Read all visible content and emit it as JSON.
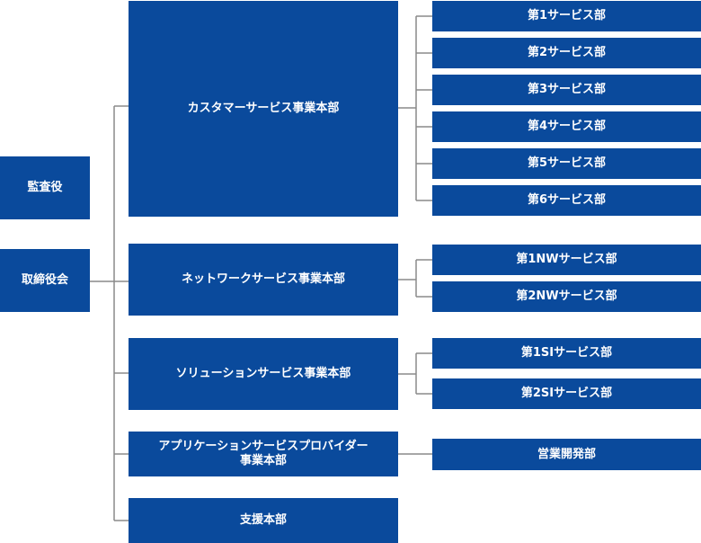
{
  "left": {
    "auditor": "監査役",
    "board": "取締役会"
  },
  "divisions": {
    "customer_service": "カスタマーサービス事業本部",
    "network_service": "ネットワークサービス事業本部",
    "solution_service": "ソリューションサービス事業本部",
    "app_provider_line1": "アプリケーションサービスプロバイダー",
    "app_provider_line2": "事業本部",
    "support": "支援本部"
  },
  "departments": {
    "customer_service": [
      "第1サービス部",
      "第2サービス部",
      "第3サービス部",
      "第4サービス部",
      "第5サービス部",
      "第6サービス部"
    ],
    "network_service": [
      "第1NWサービス部",
      "第2NWサービス部"
    ],
    "solution_service": [
      "第1SIサービス部",
      "第2SIサービス部"
    ],
    "app_provider": [
      "営業開発部"
    ]
  },
  "colors": {
    "box": "#0a4a9c",
    "text": "#ffffff",
    "connector": "#8a8a8a"
  }
}
